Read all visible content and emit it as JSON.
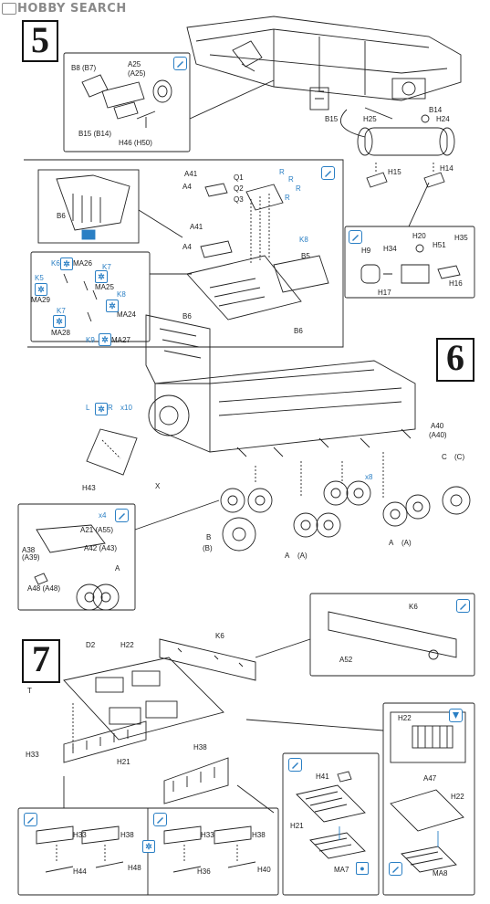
{
  "watermark": {
    "text": "HOBBY SEARCH"
  },
  "steps": {
    "s5": "5",
    "s6": "6",
    "s7": "7"
  },
  "step5": {
    "sub1": {
      "labels": [
        "B8 (B7)",
        "A25",
        "(A25)",
        "B15 (B14)",
        "H46 (H50)"
      ]
    },
    "main": {
      "labels": [
        "B14",
        "H25",
        "H24",
        "B15",
        "H15",
        "H14"
      ]
    },
    "sub2": {
      "labels": [
        "B6",
        "A41",
        "A4",
        "A41",
        "A4",
        "Q1",
        "Q2",
        "Q3",
        "R",
        "R",
        "R",
        "R",
        "K8",
        "B5",
        "B6"
      ]
    },
    "sub3": {
      "labels": [
        "K6",
        "MA26",
        "K5",
        "K7",
        "MA29",
        "MA25",
        "K8",
        "K7",
        "MA24",
        "MA28",
        "K9",
        "MA27"
      ]
    },
    "sub4": {
      "labels": [
        "H20",
        "H35",
        "H9",
        "H34",
        "H51",
        "H17",
        "H16"
      ]
    }
  },
  "step6": {
    "labels": [
      "B6",
      "L",
      "R",
      "x10",
      "H43",
      "X",
      "A40",
      "(A40)",
      "C",
      "(C)",
      "x8",
      "B",
      "(B)",
      "A",
      "(A)",
      "A",
      "(A)"
    ],
    "sub": {
      "labels": [
        "x4",
        "A21 (A55)",
        "A38",
        "(A39)",
        "A42 (A43)",
        "A48 (A48)",
        "A"
      ]
    }
  },
  "step7": {
    "labels": [
      "D2",
      "H22",
      "K6",
      "T",
      "H33",
      "H21",
      "H38"
    ],
    "sub_k6": {
      "labels": [
        "K6",
        "A52"
      ]
    },
    "sub_bottom": {
      "labels": [
        "H33",
        "H38",
        "H33",
        "H38",
        "H44",
        "H48",
        "H36",
        "H40"
      ]
    },
    "sub_ma7": {
      "labels": [
        "H41",
        "H21",
        "MA7"
      ]
    },
    "sub_ma8": {
      "labels": [
        "H22",
        "A47",
        "H22",
        "MA8"
      ]
    }
  }
}
